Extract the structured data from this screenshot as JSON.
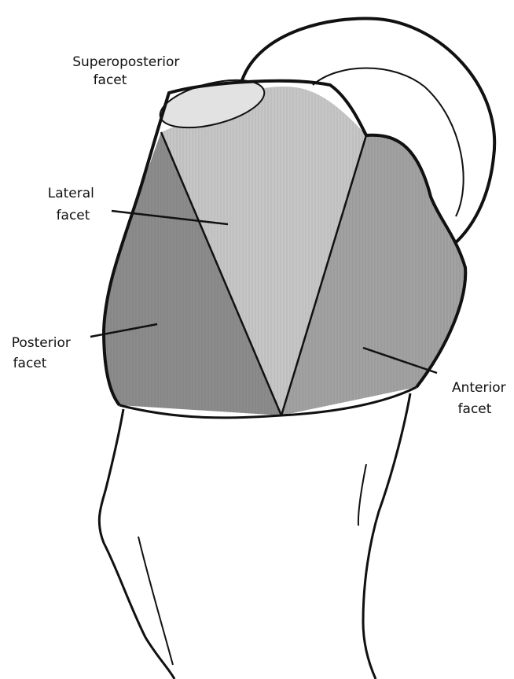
{
  "labels": {
    "superoposterior": {
      "line1": "Superoposterior",
      "line2": "facet"
    },
    "lateral": {
      "line1": "Lateral",
      "line2": "facet"
    },
    "posterior": {
      "line1": "Posterior",
      "line2": "facet"
    },
    "anterior": {
      "line1": "Anterior",
      "line2": "facet"
    }
  },
  "colors": {
    "outline": "#111111",
    "lateral_fill": "#c6c6c6",
    "posterior_fill": "#8c8c8c",
    "anterior_fill": "#a2a2a2",
    "superoposterior_fill": "#e2e2e2",
    "background": "#ffffff"
  }
}
